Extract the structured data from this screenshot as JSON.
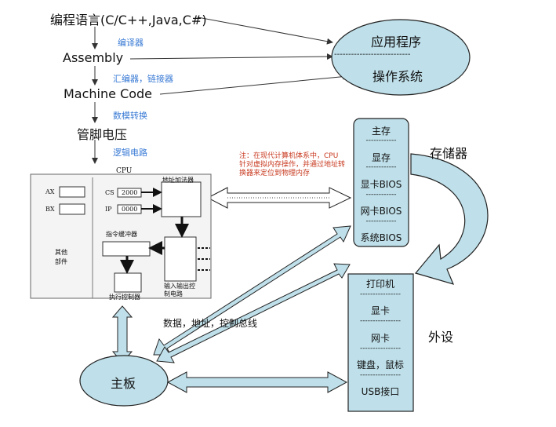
{
  "stack": {
    "lang": "编程语言(C/C++,Java,C#)",
    "compiler": "编译器",
    "assembly": "Assembly",
    "assembler": "汇编器，链接器",
    "machine": "Machine Code",
    "dac": "数模转换",
    "pins": "管脚电压",
    "logic": "逻辑电路"
  },
  "os": {
    "app": "应用程序",
    "dash": "---------------------------",
    "os": "操作系统"
  },
  "note": "注：在现代计算机体系中，CPU针对虚拟内存操作，并通过地址转换器来定位到物理内存",
  "memory": {
    "title": "存储器",
    "items": [
      "主存",
      "显存",
      "显卡BIOS",
      "网卡BIOS",
      "系统BIOS"
    ],
    "sep": "------------"
  },
  "peripherals": {
    "title": "外设",
    "items": [
      "打印机",
      "显卡",
      "网卡",
      "键盘，鼠标",
      "USB接口"
    ],
    "sep": "----------------"
  },
  "bus": "数据，地址，控制总线",
  "board": "主板",
  "cpu": {
    "title": "CPU",
    "ax": "AX",
    "bx": "BX",
    "cs": "CS",
    "cs_val": "2000",
    "ip": "IP",
    "ip_val": "0000",
    "adder": "地址加法器",
    "buffer": "指令缓冲器",
    "exec": "执行控制器",
    "io": "输入输出控制电路",
    "other": "其他部件"
  }
}
